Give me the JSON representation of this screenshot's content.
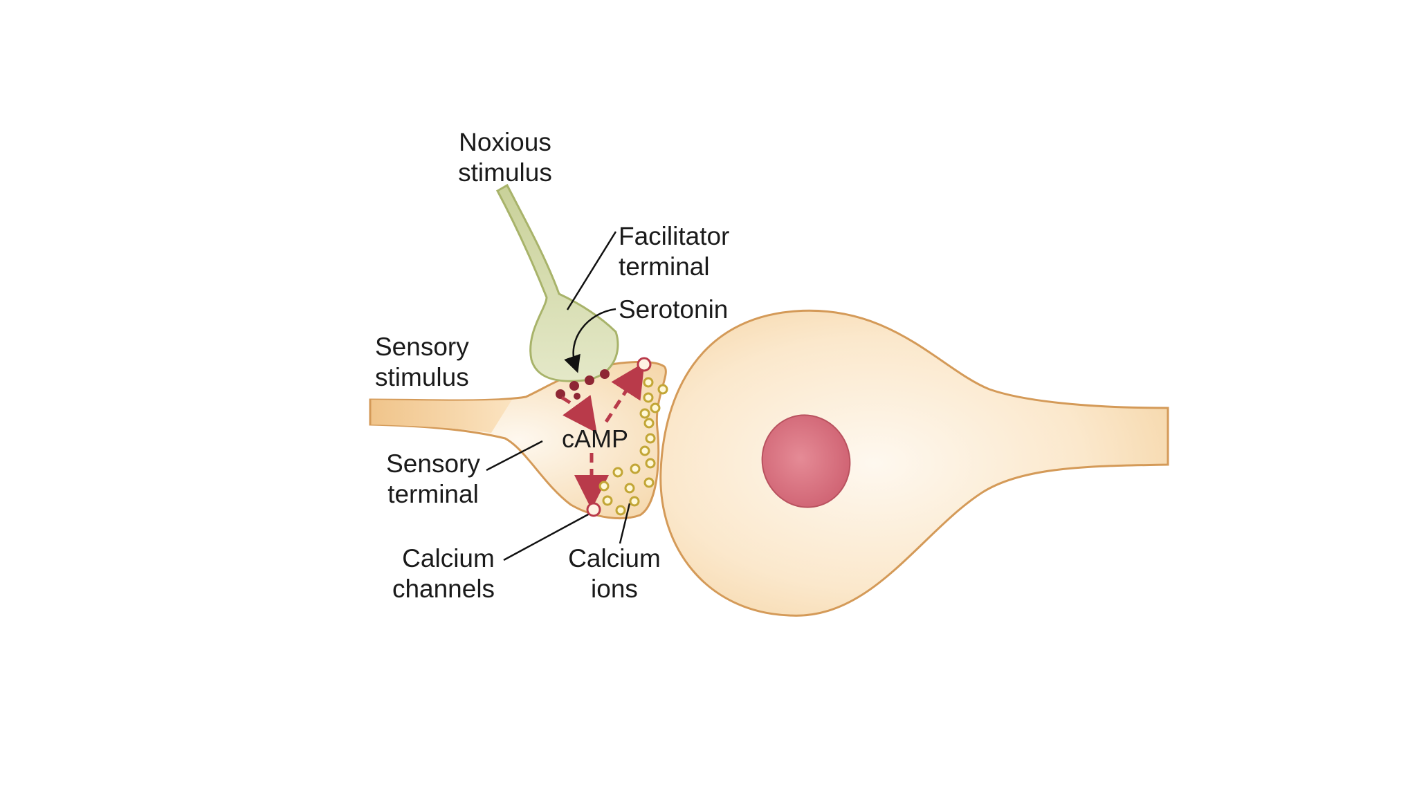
{
  "labels": {
    "noxious_line1": "Noxious",
    "noxious_line2": "stimulus",
    "facilitator_line1": "Facilitator",
    "facilitator_line2": "terminal",
    "serotonin": "Serotonin",
    "sensory_stim_line1": "Sensory",
    "sensory_stim_line2": "stimulus",
    "camp": "cAMP",
    "sensory_term_line1": "Sensory",
    "sensory_term_line2": "terminal",
    "calcium_channels_line1": "Calcium",
    "calcium_channels_line2": "channels",
    "calcium_ions_line1": "Calcium",
    "calcium_ions_line2": "ions"
  },
  "colors": {
    "neuron_fill": "#fbe6c6",
    "neuron_stroke": "#d49a58",
    "axon_fill": "#f1c890",
    "facilitator_fill": "#dfe3bf",
    "facilitator_stroke": "#a8b36a",
    "nucleus_fill": "#d8707e",
    "serotonin_dot": "#8e2634",
    "camp_arrow": "#b93a4a",
    "calcium_ion": "#c2a636"
  }
}
